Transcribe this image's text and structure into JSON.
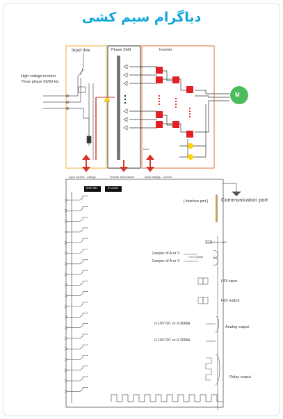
{
  "title": "دیاگرام سیم کشی",
  "sections": {
    "input_line": "Input line",
    "phase_shift": "Phase Shift",
    "inverter": "Inverter"
  },
  "labels": {
    "hv_line1": "High voltage inverter",
    "hv_line2": "Three phase 50/60 Hz",
    "motor": "M",
    "small_tag": "Indo",
    "input_current": "Input current - voltage",
    "inverter_temp": "Inverter temperaturi",
    "input_voltage": "Input voltage - current",
    "dc": "24V DC",
    "level": "0 Level",
    "comm_port": "Communication port",
    "interface_port": "[ Interface port ]",
    "jumper1": "Jumper of A or V",
    "jumper2": "Jumper of A or V",
    "current_range": "4-20mA or 0-10V",
    "power": "+10 V power",
    "hdi_input": "HDI input",
    "hdi_output": "HDI output",
    "analog1": "0-10V DC or 0-20MA",
    "analog2": "0-10V DC or 0-20MA",
    "analog_output": "Analog output",
    "relay_output": "Relay output"
  },
  "colors": {
    "title": "#12a7d8",
    "input_box": "#f0b040",
    "inverter_box": "#e0703a",
    "cell": "#e31e24",
    "motor": "#4cbc5b",
    "arrow": "#d9342b",
    "neutral": "#ffd400"
  }
}
